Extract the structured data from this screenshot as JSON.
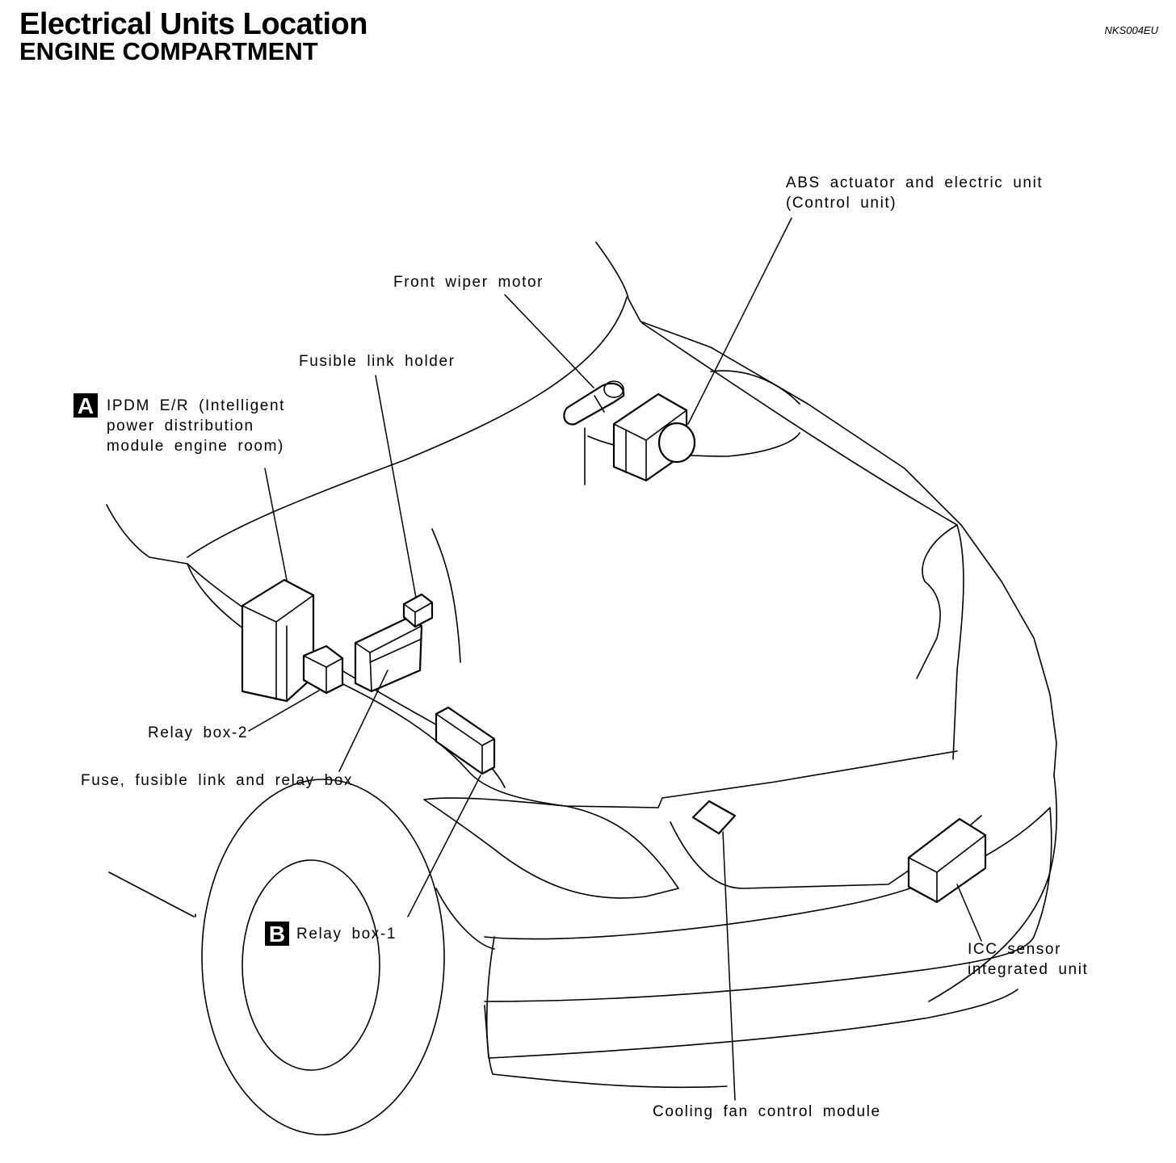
{
  "header": {
    "title": "Electrical Units Location",
    "subtitle": "ENGINE COMPARTMENT",
    "figure_ref": "NKS004EU"
  },
  "badges": {
    "a": "A",
    "b": "B"
  },
  "labels": {
    "abs_line1": "ABS actuator and electric unit",
    "abs_line2": "(Control unit)",
    "front_wiper_motor": "Front wiper motor",
    "fusible_link_holder": "Fusible link holder",
    "ipdm_line1": "IPDM E/R (Intelligent",
    "ipdm_line2": "power distribution",
    "ipdm_line3": "module engine room)",
    "relay_box_2": "Relay box-2",
    "fuse_relay_box": "Fuse, fusible link and relay box",
    "relay_box_1": "Relay box-1",
    "icc_line1": "ICC sensor",
    "icc_line2": "integrated unit",
    "cooling_fan": "Cooling fan control module"
  }
}
